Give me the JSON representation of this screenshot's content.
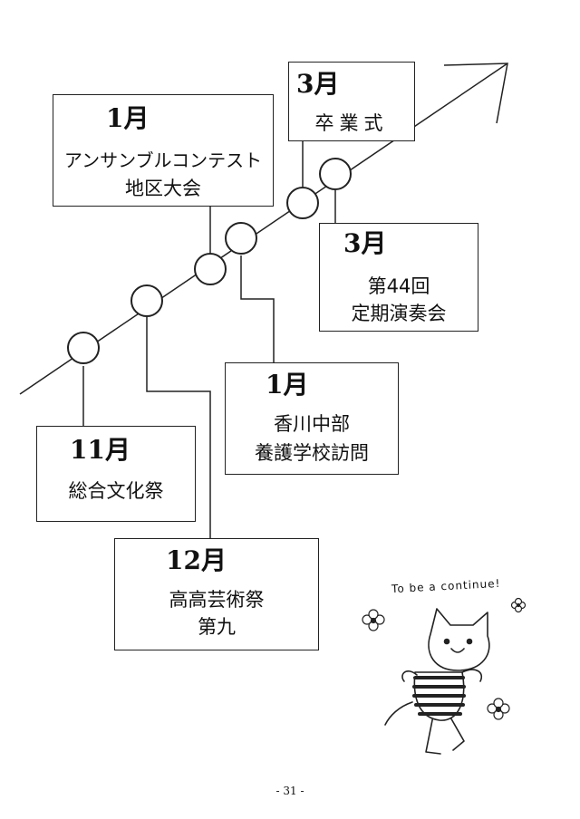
{
  "events": [
    {
      "id": "nov",
      "month": "11月",
      "lines": [
        "総合文化祭"
      ]
    },
    {
      "id": "dec",
      "month": "12月",
      "lines": [
        "高高芸術祭",
        "第九"
      ]
    },
    {
      "id": "jan1",
      "month": "1月",
      "lines": [
        "アンサンブルコンテスト",
        "地区大会"
      ]
    },
    {
      "id": "jan2",
      "month": "1月",
      "lines": [
        "香川中部",
        "養護学校訪問"
      ]
    },
    {
      "id": "mar1",
      "month": "3月",
      "lines": [
        "卒業式"
      ]
    },
    {
      "id": "mar2",
      "month": "3月",
      "lines": [
        "第44回",
        "定期演奏会"
      ]
    }
  ],
  "note": "To be a continue!",
  "page_number": "- 31 -",
  "colors": {
    "ink": "#222222",
    "paper": "#ffffff"
  },
  "illustrations": [
    "cat-icon",
    "flower-icon",
    "flower-icon",
    "flower-icon"
  ]
}
